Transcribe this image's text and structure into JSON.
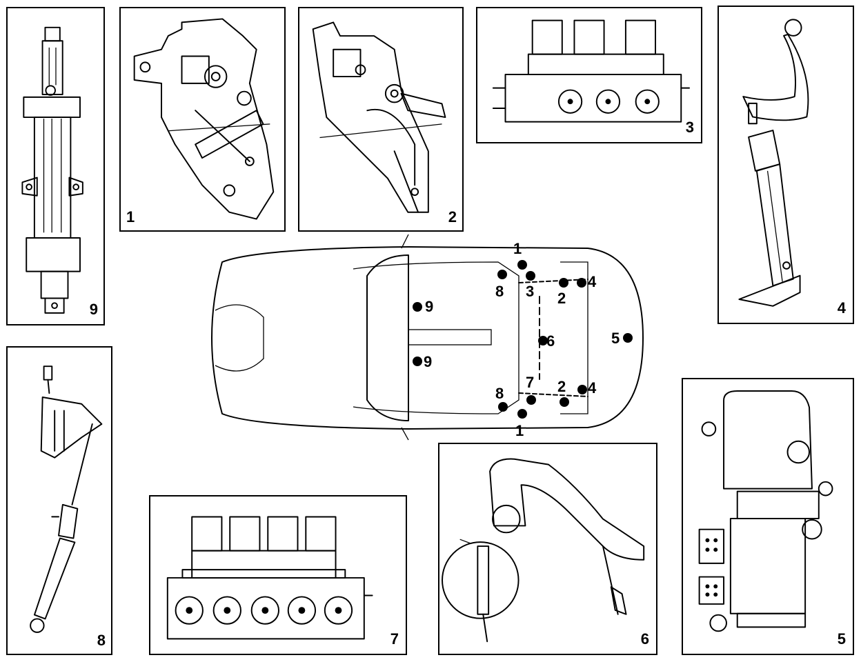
{
  "panels": [
    {
      "id": "p9",
      "label": "9"
    },
    {
      "id": "p1",
      "label": "1"
    },
    {
      "id": "p2",
      "label": "2"
    },
    {
      "id": "p3",
      "label": "3"
    },
    {
      "id": "p4",
      "label": "4"
    },
    {
      "id": "p8",
      "label": "8"
    },
    {
      "id": "p7",
      "label": "7"
    },
    {
      "id": "p6",
      "label": "6"
    },
    {
      "id": "p5",
      "label": "5"
    }
  ],
  "car_markers": {
    "top_1": "1",
    "top_8": "8",
    "top_3": "3",
    "top_2": "2",
    "top_4": "4",
    "front_9": "9",
    "center_6": "6",
    "rear_5": "5",
    "low_9": "9",
    "low_7": "7",
    "low_8": "8",
    "low_2": "2",
    "low_4": "4",
    "bottom_1": "1"
  }
}
